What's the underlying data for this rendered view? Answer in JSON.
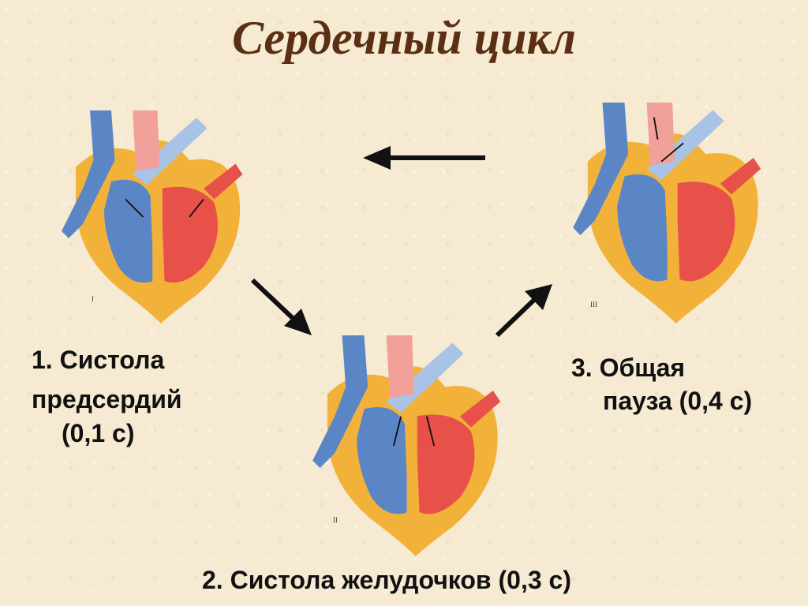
{
  "title": "Сердечный цикл",
  "phases": [
    {
      "roman": "I",
      "line1": "1. Систола",
      "line2": "предсердий",
      "line3": "(0,1 с)"
    },
    {
      "roman": "II",
      "line1": "2. Систола желудочков (0,3 с)"
    },
    {
      "roman": "III",
      "line1": "3. Общая",
      "line2": "пауза (0,4 с)"
    }
  ],
  "colors": {
    "title": "#5a2f14",
    "wall": "#f2b23a",
    "venous": "#5b86c6",
    "venous_light": "#a9c3e6",
    "arterial": "#e8514a",
    "arterial_light": "#f2a09a",
    "arrow": "#111111"
  }
}
